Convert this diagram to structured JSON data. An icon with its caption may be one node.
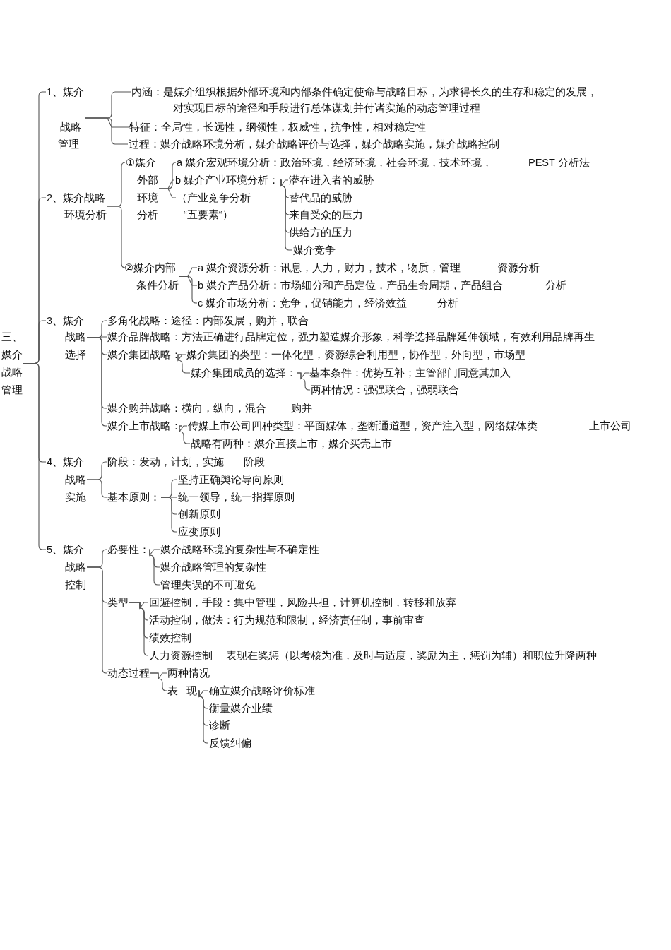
{
  "diagram": {
    "nodes": [
      {
        "text": [
          "三、媒介战略管理"
        ]
      },
      {
        "text": [
          "1、媒介战略管理"
        ]
      },
      {
        "text": [
          "内涵：是媒介组织根据外部环境和内部条件确定使命与战略目标，为求得长久的生存和稳定的发展，对实现目标的途径和手段进行总体谋划并付诸实施的动态管理过程"
        ]
      },
      {
        "text": [
          "特征：全局性，长远性，纲领性，权威性，抗争性，相对稳定性"
        ]
      },
      {
        "text": [
          "过程：媒介战略环境分析，媒介战略评价与选择，媒介战略实施，媒介战略控制"
        ]
      },
      {
        "text": [
          "2、媒介战略环境分析"
        ]
      },
      {
        "text": [
          "①媒介外部环境分析"
        ]
      },
      {
        "text": [
          "a 媒介宏观环境分析：政治环境，经济环境，社会环境，技术环境，"
        ],
        "beside": [
          "PEST 分析法"
        ]
      },
      {
        "text": [
          "b 媒介产业环境分析："
        ]
      },
      {
        "text": [
          "（产业竞争分析“五要素“）"
        ]
      },
      {
        "text": [
          "潜在进入者的威胁"
        ]
      },
      {
        "text": [
          "替代品的威胁"
        ]
      },
      {
        "text": [
          "来自受众的压力"
        ]
      },
      {
        "text": [
          "供给方的压力"
        ]
      },
      {
        "text": [
          "媒介竞争"
        ]
      },
      {
        "text": [
          "②媒介内部条件分析"
        ]
      },
      {
        "text": [
          "a 媒介资源分析：讯息，人力，财力，技术，物质，管理"
        ]
      },
      {
        "text": [
          "b 媒介产品分析：市场细分和产品定位，产品生命周期，产品组合"
        ]
      },
      {
        "text": [
          "c 媒介市场分析：竞争，促销能力，经济效益"
        ]
      },
      {
        "text": [
          "3、媒介战略选择"
        ]
      },
      {
        "text": [
          "多角化战略：途径：内部发展，购并，联合"
        ]
      },
      {
        "text": [
          "媒介品牌战略：方法正确进行品牌定位，强力塑造媒介形象，科学选择品牌延伸领域，有效利用品牌再生"
        ]
      },
      {
        "text": [
          "媒介集团战略："
        ]
      },
      {
        "text": [
          "媒介集团的类型：一体化型，资源综合利用型，协作型，外向型，市场型"
        ]
      },
      {
        "text": [
          "媒介集团成员的选择："
        ]
      },
      {
        "text": [
          "基本条件：优势互补；主管部门同意其加入"
        ]
      },
      {
        "text": [
          "两种情况：强强联合，强弱联合"
        ]
      },
      {
        "text": [
          "媒介购并战略：横向，纵向，混合"
        ]
      },
      {
        "text": [
          "媒介上市战略："
        ]
      },
      {
        "text": [
          "传媒上市公司四种类型：平面媒体，垄断通道型，资产注入型，网络媒体类"
        ]
      },
      {
        "text": [
          "战略有两种：媒介直接上市，媒介买壳上市"
        ]
      },
      {
        "text": [
          "4、媒介战略实施"
        ]
      },
      {
        "text": [
          "阶段：发动，计划，实施"
        ]
      },
      {
        "text": [
          "基本原则："
        ]
      },
      {
        "text": [
          "坚持正确舆论导向原则"
        ]
      },
      {
        "text": [
          "统一领导，统一指挥原则"
        ]
      },
      {
        "text": [
          "创新原则"
        ]
      },
      {
        "text": [
          "应变原则"
        ]
      },
      {
        "text": [
          "5、媒介战略控制"
        ]
      },
      {
        "text": [
          "必要性："
        ]
      },
      {
        "text": [
          "媒介战略环境的复杂性与不确定性"
        ]
      },
      {
        "text": [
          "媒介战略管理的复杂性"
        ]
      },
      {
        "text": [
          "管理失误的不可避免"
        ]
      },
      {
        "text": [
          "类型"
        ]
      },
      {
        "text": [
          "回避控制，手段：集中管理，风险共担，计算机控制，转移和放弃"
        ]
      },
      {
        "text": [
          "活动控制，做法：行为规范和限制，经济责任制，事前审查"
        ]
      },
      {
        "text": [
          "绩效控制"
        ]
      },
      {
        "text": [
          "人力资源控制"
        ],
        "beside": [
          "表现在奖惩（以考核为准，及时与适度，奖励为主，惩罚为辅）和职位升降两种"
        ]
      },
      {
        "text": [
          "动态过程"
        ]
      },
      {
        "text": [
          "两种情况"
        ]
      },
      {
        "text": [
          "表 现"
        ]
      },
      {
        "text": [
          "确立媒介战略评价标准"
        ]
      },
      {
        "text": [
          "衡量媒介业绩"
        ]
      },
      {
        "text": [
          "诊断"
        ]
      },
      {
        "text": [
          "反馈纠偏"
        ]
      }
    ],
    "edges": [
      {
        "from": 0,
        "to": 1,
        "arrow": "none"
      },
      {
        "from": 0,
        "to": 5,
        "arrow": "none"
      },
      {
        "from": 0,
        "to": 19,
        "arrow": "none"
      },
      {
        "from": 0,
        "to": 31,
        "arrow": "none"
      },
      {
        "from": 0,
        "to": 38,
        "arrow": "none"
      },
      {
        "from": 1,
        "to": 2,
        "arrow": "none"
      },
      {
        "from": 1,
        "to": 3,
        "arrow": "none"
      },
      {
        "from": 1,
        "to": 4,
        "arrow": "none"
      },
      {
        "from": 5,
        "to": 6,
        "arrow": "none"
      },
      {
        "from": 5,
        "to": 15,
        "arrow": "none"
      },
      {
        "from": 6,
        "to": 7,
        "arrow": "none"
      },
      {
        "from": 6,
        "to": 8,
        "arrow": "none"
      },
      {
        "from": 6,
        "to": 9,
        "arrow": "none"
      },
      {
        "from": 8,
        "to": 10,
        "arrow": "none"
      },
      {
        "from": 8,
        "to": 11,
        "arrow": "none"
      },
      {
        "from": 8,
        "to": 12,
        "arrow": "none"
      },
      {
        "from": 8,
        "to": 13,
        "arrow": "none"
      },
      {
        "from": 8,
        "to": 14,
        "arrow": "none"
      },
      {
        "from": 15,
        "to": 16,
        "arrow": "none"
      },
      {
        "from": 15,
        "to": 17,
        "arrow": "none"
      },
      {
        "from": 15,
        "to": 18,
        "arrow": "none"
      },
      {
        "from": 19,
        "to": 20,
        "arrow": "none"
      },
      {
        "from": 19,
        "to": 21,
        "arrow": "none"
      },
      {
        "from": 19,
        "to": 22,
        "arrow": "none"
      },
      {
        "from": 19,
        "to": 27,
        "arrow": "none"
      },
      {
        "from": 19,
        "to": 28,
        "arrow": "none"
      },
      {
        "from": 22,
        "to": 23,
        "arrow": "none"
      },
      {
        "from": 22,
        "to": 24,
        "arrow": "none"
      },
      {
        "from": 24,
        "to": 25,
        "arrow": "none"
      },
      {
        "from": 24,
        "to": 26,
        "arrow": "none"
      },
      {
        "from": 28,
        "to": 29,
        "arrow": "none"
      },
      {
        "from": 28,
        "to": 30,
        "arrow": "none"
      },
      {
        "from": 31,
        "to": 32,
        "arrow": "none"
      },
      {
        "from": 31,
        "to": 33,
        "arrow": "none"
      },
      {
        "from": 33,
        "to": 34,
        "arrow": "none"
      },
      {
        "from": 33,
        "to": 35,
        "arrow": "none"
      },
      {
        "from": 33,
        "to": 36,
        "arrow": "none"
      },
      {
        "from": 33,
        "to": 37,
        "arrow": "none"
      },
      {
        "from": 38,
        "to": 39,
        "arrow": "none"
      },
      {
        "from": 38,
        "to": 43,
        "arrow": "none"
      },
      {
        "from": 38,
        "to": 48,
        "arrow": "none"
      },
      {
        "from": 39,
        "to": 40,
        "arrow": "none"
      },
      {
        "from": 39,
        "to": 41,
        "arrow": "none"
      },
      {
        "from": 39,
        "to": 42,
        "arrow": "none"
      },
      {
        "from": 43,
        "to": 44,
        "arrow": "none"
      },
      {
        "from": 43,
        "to": 45,
        "arrow": "none"
      },
      {
        "from": 43,
        "to": 46,
        "arrow": "none"
      },
      {
        "from": 43,
        "to": 47,
        "arrow": "none"
      },
      {
        "from": 48,
        "to": 49,
        "arrow": "none"
      },
      {
        "from": 48,
        "to": 50,
        "arrow": "none"
      },
      {
        "from": 50,
        "to": 51,
        "arrow": "none"
      },
      {
        "from": 50,
        "to": 52,
        "arrow": "none"
      },
      {
        "from": 50,
        "to": 53,
        "arrow": "none"
      },
      {
        "from": 50,
        "to": 54,
        "arrow": "none"
      }
    ],
    "labels": [
      "资源分析",
      "分析",
      "分析",
      "购并",
      "上市公司",
      "阶段"
    ]
  }
}
